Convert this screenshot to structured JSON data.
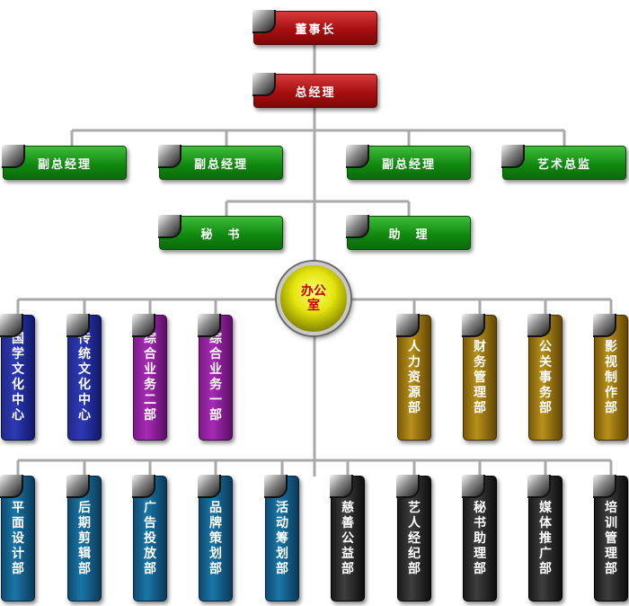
{
  "chairman": "董事长",
  "general_manager": "总经理",
  "level3": [
    "副总经理",
    "副总经理",
    "副总经理",
    "艺术总监"
  ],
  "level4": [
    "秘　书",
    "助　理"
  ],
  "hub": "办公室",
  "left_departments": [
    "国学文化中心",
    "传统文化中心",
    "综合业务二部",
    "综合业务一部"
  ],
  "right_departments": [
    "人力资源部",
    "财务管理部",
    "公关事务部",
    "影视制作部"
  ],
  "bottom_departments": [
    "平面设计部",
    "后期剪辑部",
    "广告投放部",
    "品牌策划部",
    "活动筹划部",
    "慈善公益部",
    "艺人经纪部",
    "秘书助理部",
    "媒体推广部",
    "培训管理部"
  ],
  "colors": {
    "red": "#a80f10",
    "green": "#118a10",
    "navy": "#2d3ab5",
    "purple": "#a62bb5",
    "gold": "#b8901a",
    "teal": "#1a76a8",
    "black": "#2a2a2a",
    "hub": "#e3e30c",
    "hub_text": "#c40000"
  }
}
